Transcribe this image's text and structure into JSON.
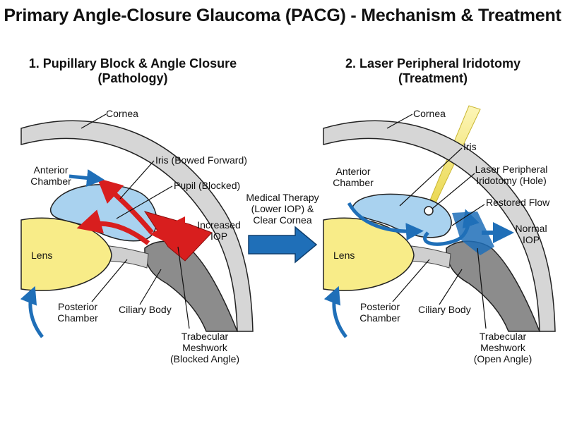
{
  "title": "Primary Angle-Closure Glaucoma (PACG) - Mechanism & Treatment",
  "left_panel": {
    "title_line1": "1. Pupillary Block & Angle Closure",
    "title_line2": "(Pathology)",
    "labels": {
      "cornea": "Cornea",
      "iris": "Iris (Bowed Forward)",
      "anterior_line1": "Anterior",
      "anterior_line2": "Chamber",
      "pupil": "Pupil (Blocked)",
      "increased_line1": "Increased",
      "increased_line2": "IOP",
      "lens": "Lens",
      "posterior_line1": "Posterior",
      "posterior_line2": "Chamber",
      "ciliary": "Ciliary Body",
      "trab_line1": "Trabecular",
      "trab_line2": "Meshwork",
      "trab_line3": "(Blocked Angle)"
    }
  },
  "middle": {
    "line1": "Medical Therapy",
    "line2": "(Lower IOP) &",
    "line3": "Clear Cornea"
  },
  "right_panel": {
    "title_line1": "2. Laser Peripheral Iridotomy",
    "title_line2": "(Treatment)",
    "labels": {
      "cornea": "Cornea",
      "iris": "Iris",
      "anterior_line1": "Anterior",
      "anterior_line2": "Chamber",
      "lpi_line1": "Laser Peripheral",
      "lpi_line2": "Iridotomy (Hole)",
      "restored": "Restored Flow",
      "normal_line1": "Normal",
      "normal_line2": "IOP",
      "lens": "Lens",
      "posterior_line1": "Posterior",
      "posterior_line2": "Chamber",
      "ciliary": "Ciliary Body",
      "trab_line1": "Trabecular",
      "trab_line2": "Meshwork",
      "trab_line3": "(Open Angle)"
    }
  },
  "colors": {
    "cornea": "#d6d6d6",
    "iris": "#a9d2ef",
    "lens": "#f8ec88",
    "ciliary": "#8c8c8c",
    "flow_blue": "#1f6fb8",
    "pressure_red": "#d81e1e",
    "laser": "#f3e88a"
  }
}
